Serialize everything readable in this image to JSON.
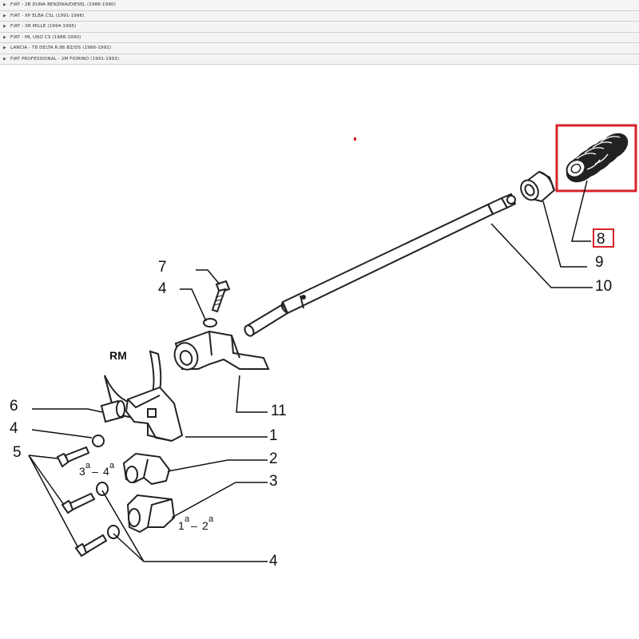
{
  "models": [
    {
      "label": "FIAT - 2B DUNA BENZINA/DIESEL (1986-1990)"
    },
    {
      "label": "FIAT - XP ELBA CSL (1991-1996)"
    },
    {
      "label": "FIAT - XR MILLE (1994-1995)"
    },
    {
      "label": "FIAT - ML UNO CS (1988-1990)"
    },
    {
      "label": "LANCIA - T8 DELTA R.86 BZ/DS (1986-1992)"
    },
    {
      "label": "FIAT PROFESSIONAL - 2M FIORINO (1991-1993)"
    }
  ],
  "diagram": {
    "rm_label": "RM",
    "callouts": {
      "c1": "1",
      "c2": "2",
      "c3": "3",
      "c4a": "4",
      "c4b": "4",
      "c4c": "4",
      "c5": "5",
      "c6": "6",
      "c7": "7",
      "c8": "8",
      "c9": "9",
      "c10": "10",
      "c11": "11"
    },
    "gear_34": {
      "a": "3",
      "sa": "a",
      "dash": "–",
      "b": "4",
      "sb": "a"
    },
    "gear_12": {
      "a": "1",
      "sa": "a",
      "dash": "–",
      "b": "2",
      "sb": "a"
    },
    "highlight_color": "#d6232a",
    "highlighted_part": "8"
  }
}
